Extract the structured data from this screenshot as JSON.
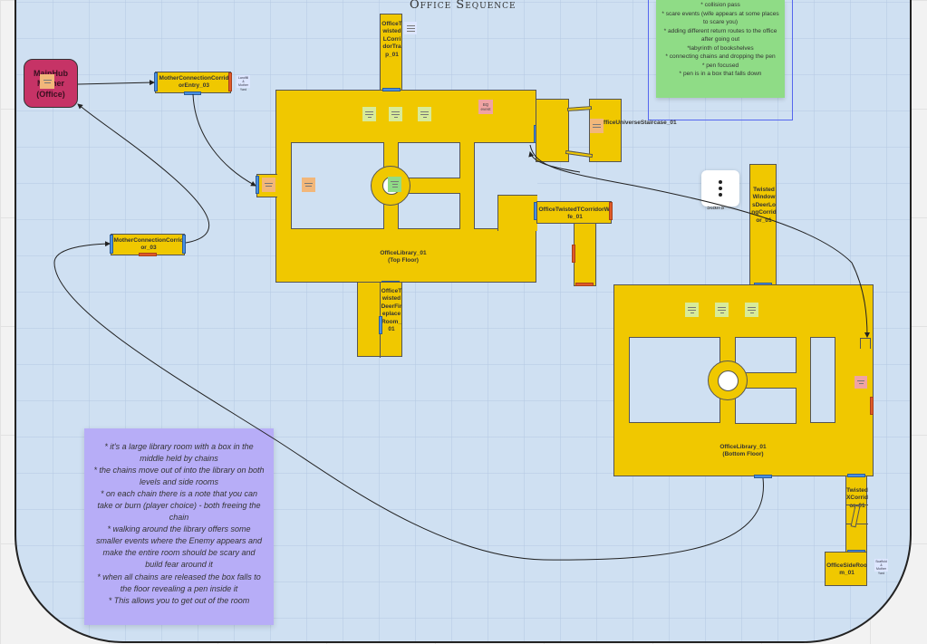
{
  "title": "Office Sequence",
  "hub": {
    "label": "MainHub Mother (Office)"
  },
  "rooms": {
    "entry": "MotherConnectionCorridorEntry_03",
    "corridor03": "MotherConnectionCorridor_03",
    "trap": "OfficeTwistedLCorridorTrap_01",
    "staircase": "OfficeUniverseStaircase_01",
    "library_top": "OfficeLibrary_01\n(Top Floor)",
    "twisted_t_wife": "OfficeTwistedTCorridorWife_01",
    "fireplace": "OfficeTwistedDeerFireplaceRoom_01",
    "windows": "TwistedWindowsDeerLongCorridor_01",
    "library_bottom": "OfficeLibrary_01\n(Bottom Floor)",
    "twisted_x": "TwistedXCorridor_01",
    "side_room": "OfficeSideRoom_01"
  },
  "stickies": {
    "bq_event": "BQ event"
  },
  "mini_labels": {
    "entry_note": "Landfill & Mother Yard",
    "side_note": "Scaffold & Mother Yard"
  },
  "stairs_label": "stairs",
  "green_note": {
    "lines": [
      "* collision pass",
      "* scare events (wife appears at some places to scare you)",
      "* adding different return routes to the office after going out",
      "*labyrinth of bookshelves",
      "* connecting chains and dropping the pen",
      "* pen focused",
      "* pen is in a box that falls down"
    ]
  },
  "purple_note": {
    "lines": [
      "* it's a large library room with a box in the middle held by chains",
      "* the chains move out of into the library on both levels and side rooms",
      "* on each chain there is a note that you can take or burn (player choice) - both freeing the chain",
      "* walking around the library offers some smaller events where the Enemy appears and make the entire room should be scary and build fear around it",
      "* when all chains are released the box falls to the floor revealing a pen inside it",
      "* This allows you to get out of the room"
    ]
  },
  "colors": {
    "room": "#f0c800",
    "door_open": "#4a90e2",
    "door_locked": "#e05a28",
    "hub": "#c63366",
    "canvas": "#cfe0f2"
  }
}
